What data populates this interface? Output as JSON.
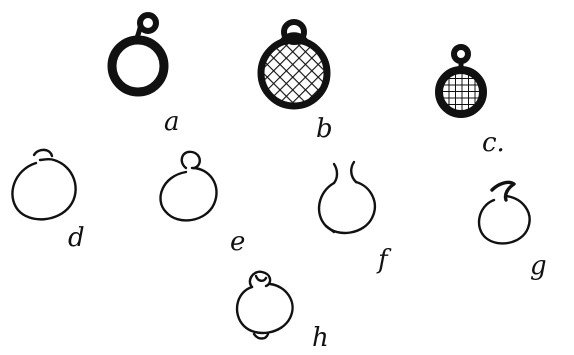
{
  "figure": {
    "ink_color": "#111111",
    "background": "#ffffff",
    "items": [
      {
        "id": "a",
        "label": "a",
        "icon": "ring-with-loop-icon"
      },
      {
        "id": "b",
        "label": "b",
        "icon": "mesh-filled-ring-icon"
      },
      {
        "id": "c",
        "label": "c.",
        "icon": "small-mesh-ring-icon"
      },
      {
        "id": "d",
        "label": "d",
        "icon": "open-ring-icon"
      },
      {
        "id": "e",
        "label": "e",
        "icon": "ring-with-top-loop-icon"
      },
      {
        "id": "f",
        "label": "f",
        "icon": "ring-with-split-neck-icon"
      },
      {
        "id": "g",
        "label": "g",
        "icon": "ring-with-hook-icon"
      },
      {
        "id": "h",
        "label": "h",
        "icon": "ring-with-double-loop-icon"
      }
    ]
  }
}
